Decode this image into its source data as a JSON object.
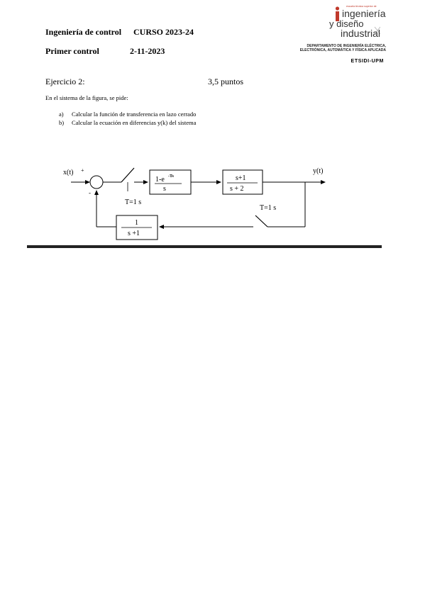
{
  "header": {
    "course_name": "Ingeniería de control",
    "course_year": "CURSO 2023-24",
    "exam_name": "Primer control",
    "exam_date": "2-11-2023"
  },
  "logo": {
    "small_text": "escuela técnica superior de",
    "line1": "ingeniería",
    "line2": "y diseño",
    "line3": "industrial",
    "accent_color": "#c0392b"
  },
  "department": {
    "line1": "DEPARTAMENTO DE INGENIERÍA ELÉCTRICA,",
    "line2": "ELECTRÓNICA, AUTOMÁTICA Y FÍSICA APLICADA",
    "school": "ETSIDI-UPM"
  },
  "exercise": {
    "title": "Ejercicio 2:",
    "points": "3,5 puntos",
    "intro": "En el sistema de la figura, se pide:",
    "items": [
      {
        "marker": "a)",
        "text": "Calcular la función de transferencia en lazo cerrado"
      },
      {
        "marker": "b)",
        "text": "Calcular la ecuación en diferencias y(k) del sistema"
      }
    ]
  },
  "diagram": {
    "input": "x(t)",
    "plus": "+",
    "minus": "-",
    "sampler1": "T=1 s",
    "block1_num": "1-e",
    "block1_exp": "-Ts",
    "block1_den": "s",
    "block2_num": "s+1",
    "block2_den": "s + 2",
    "output": "y(t)",
    "sampler2": "T=1 s",
    "feedback_num": "1",
    "feedback_den": "s +1"
  }
}
